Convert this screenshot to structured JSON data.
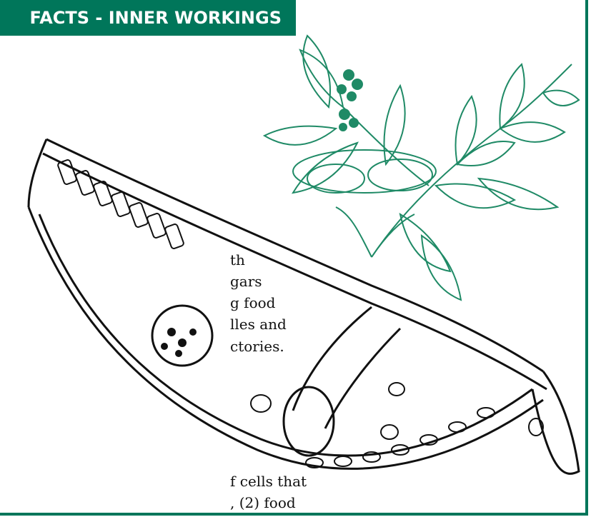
{
  "header": {
    "title": "FACTS - INNER WORKINGS"
  },
  "body_text": {
    "lines": [
      "th",
      "gars",
      "g food",
      "lles and",
      "ctories.",
      "f cells that",
      ", (2) food"
    ]
  },
  "colors": {
    "accent": "#00765a",
    "plant_ink": "#1f8a66",
    "ink": "#111111"
  },
  "illustrations": {
    "plant": "sumac-branch-illustration",
    "cross_section": "leaf-cross-section-illustration"
  }
}
